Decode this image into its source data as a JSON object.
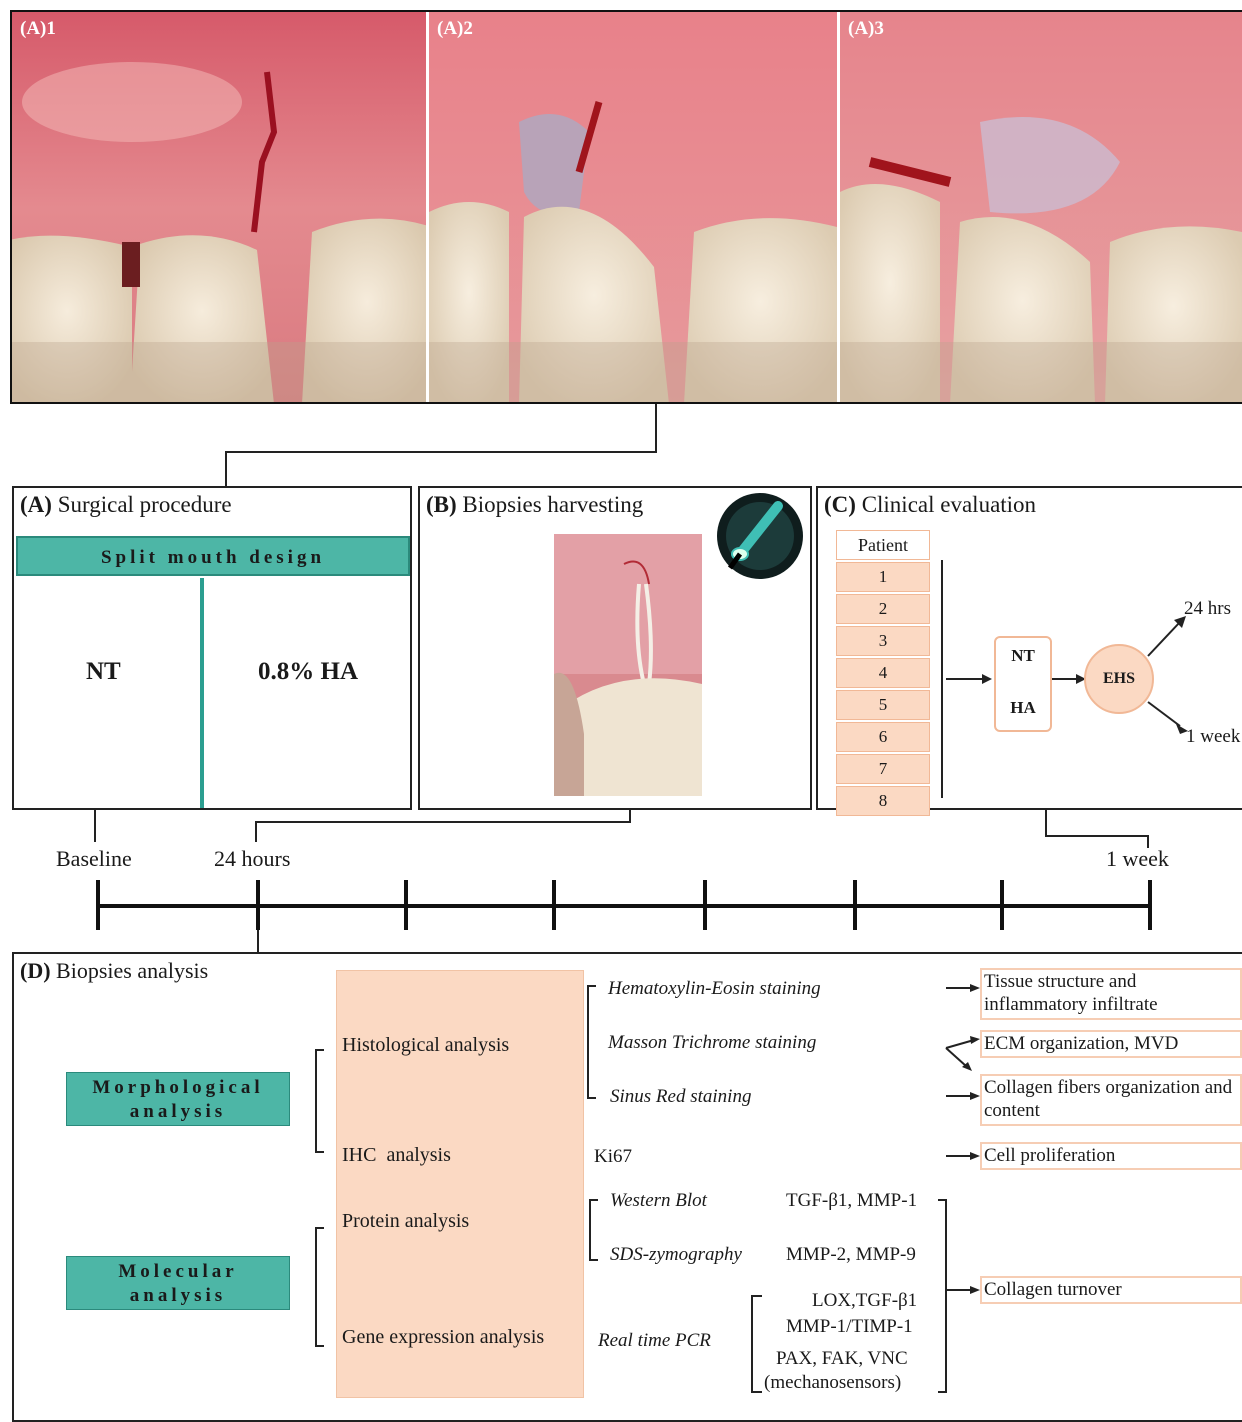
{
  "photos": [
    {
      "label": "(A)1"
    },
    {
      "label": "(A)2"
    },
    {
      "label": "(A)3"
    }
  ],
  "panel_a": {
    "title_letter": "(A)",
    "title": "Surgical procedure",
    "header": "Split mouth design",
    "left": "NT",
    "right": "0.8% HA"
  },
  "panel_b": {
    "title_letter": "(B)",
    "title": "Biopsies harvesting"
  },
  "panel_c": {
    "title_letter": "(C)",
    "title": "Clinical evaluation",
    "patient_header": "Patient",
    "patients": [
      "1",
      "2",
      "3",
      "4",
      "5",
      "6",
      "7",
      "8"
    ],
    "groups": [
      "NT",
      "HA"
    ],
    "ehs": "EHS",
    "time_top": "24 hrs",
    "time_bottom": "1 week"
  },
  "timeline": {
    "baseline": "Baseline",
    "h24": "24 hours",
    "week": "1 week"
  },
  "panel_d": {
    "title_letter": "(D)",
    "title": "Biopsies analysis",
    "morph": "Morphological analysis",
    "molec": "Molecular analysis",
    "histological": "Histological analysis",
    "ihc": "IHC  analysis",
    "protein": "Protein analysis",
    "gene": "Gene expression analysis",
    "he": "Hematoxylin-Eosin staining",
    "masson": "Masson Trichrome staining",
    "sirius": "Sinus Red staining",
    "ki67": "Ki67",
    "western": "Western Blot",
    "sds": "SDS-zymography",
    "pcr": "Real time PCR",
    "wb_targets": "TGF-β1, MMP-1",
    "sds_targets": "MMP-2, MMP-9",
    "pcr_t1": "LOX,TGF-β1",
    "pcr_t2": "MMP-1/TIMP-1",
    "pcr_t3": "PAX, FAK, VNC",
    "pcr_t4": "(mechanosensors)",
    "r_tissue": "Tissue structure and inflammatory infiltrate",
    "r_ecm": "ECM organization, MVD",
    "r_collagen": "Collagen fibers organization and content",
    "r_cell": "Cell proliferation",
    "r_turnover": "Collagen turnover"
  }
}
